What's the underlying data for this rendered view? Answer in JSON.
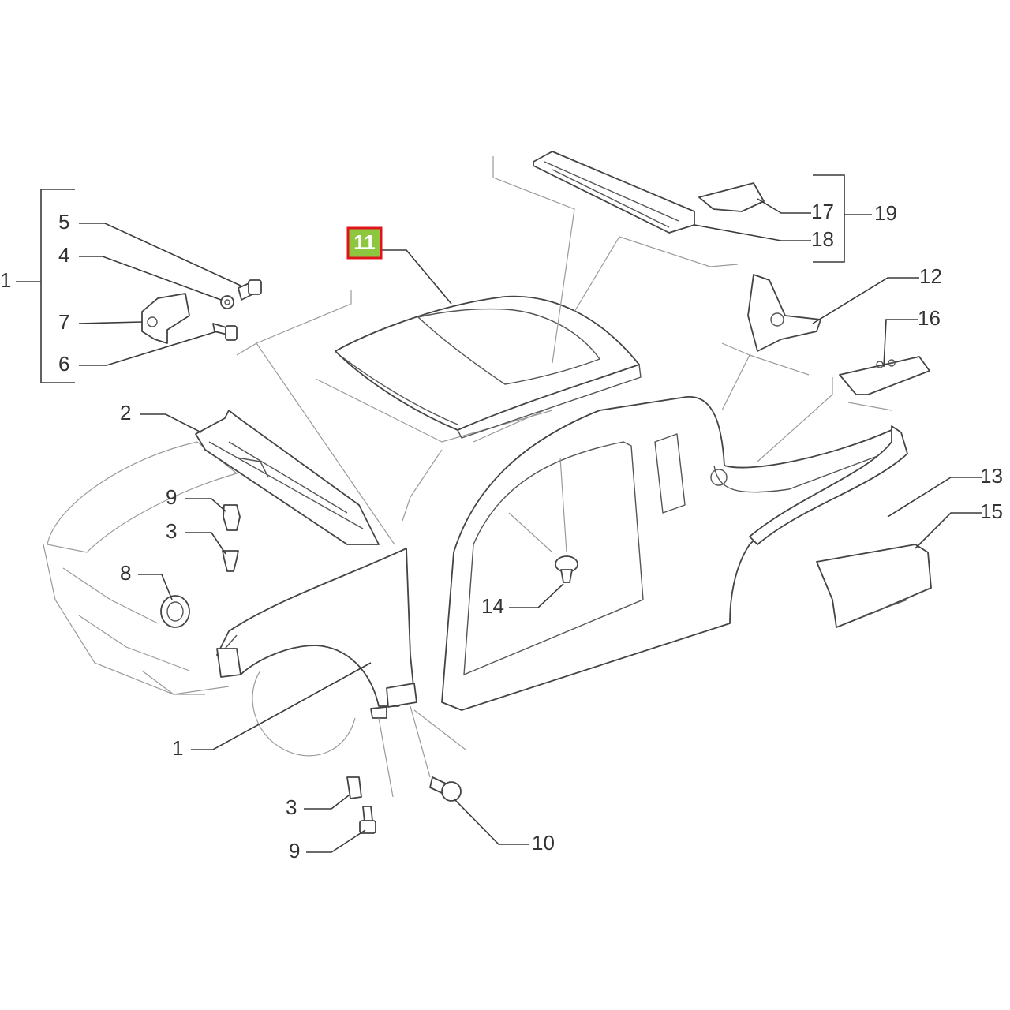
{
  "highlight_color": "#8dc63f",
  "highlight_border": "#e1141c",
  "callouts": {
    "c1_top": "1",
    "c5": "5",
    "c4": "4",
    "c7": "7",
    "c6": "6",
    "c2": "2",
    "c9_top": "9",
    "c3_top": "3",
    "c8": "8",
    "c1_bottom": "1",
    "c3_bottom": "3",
    "c9_bottom": "9",
    "c10": "10",
    "c11": "11",
    "c12": "12",
    "c13": "13",
    "c14": "14",
    "c15": "15",
    "c16": "16",
    "c17": "17",
    "c18": "18",
    "c19": "19"
  }
}
